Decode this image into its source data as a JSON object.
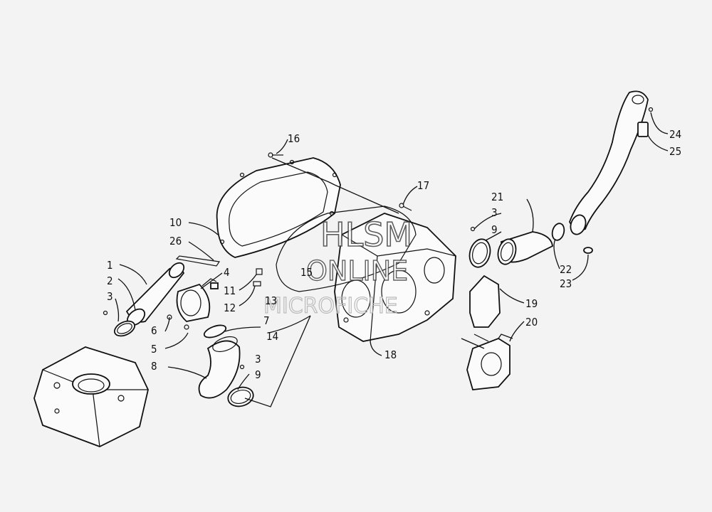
{
  "callouts": [
    "1",
    "2",
    "3",
    "4",
    "5",
    "6",
    "7",
    "8",
    "9",
    "10",
    "11",
    "12",
    "13",
    "14",
    "15",
    "16",
    "17",
    "18",
    "19",
    "20",
    "21",
    "22",
    "23",
    "24",
    "25",
    "26"
  ],
  "watermark": {
    "line1": "HLSM",
    "line2": "ONLINE",
    "line3": "MICROFICHE"
  }
}
